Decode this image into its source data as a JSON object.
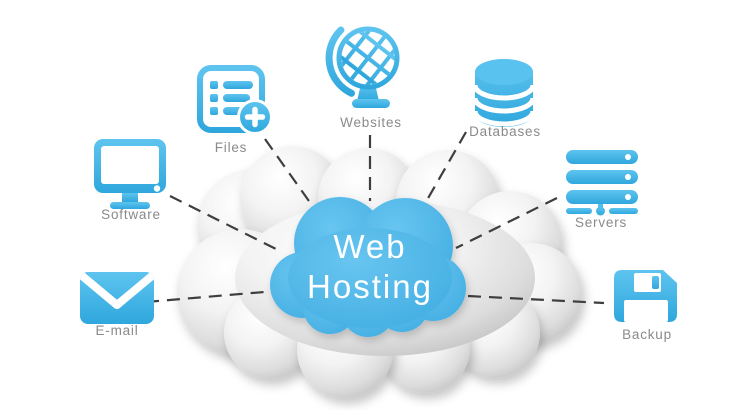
{
  "title": "Web Hosting",
  "center": {
    "line1": "Web",
    "line2": "Hosting"
  },
  "nodes": [
    {
      "id": "software",
      "label": "Software",
      "icon": "computer-monitor-icon"
    },
    {
      "id": "files",
      "label": "Files",
      "icon": "file-list-add-icon"
    },
    {
      "id": "websites",
      "label": "Websites",
      "icon": "desk-globe-icon"
    },
    {
      "id": "databases",
      "label": "Databases",
      "icon": "database-stack-icon"
    },
    {
      "id": "servers",
      "label": "Servers",
      "icon": "server-rack-icon"
    },
    {
      "id": "email",
      "label": "E-mail",
      "icon": "envelope-icon"
    },
    {
      "id": "backup",
      "label": "Backup",
      "icon": "floppy-disk-icon"
    }
  ],
  "colors": {
    "icon_blue": "#3fb3e6",
    "icon_blue_light": "#5ec4ef",
    "cloud_blue": "#52b7e8",
    "cloud_gray": "#d9d9d9",
    "label_gray": "#8a8a8a",
    "connector_dark": "#3e3e3e",
    "background": "#ffffff",
    "text_white": "#ffffff"
  }
}
